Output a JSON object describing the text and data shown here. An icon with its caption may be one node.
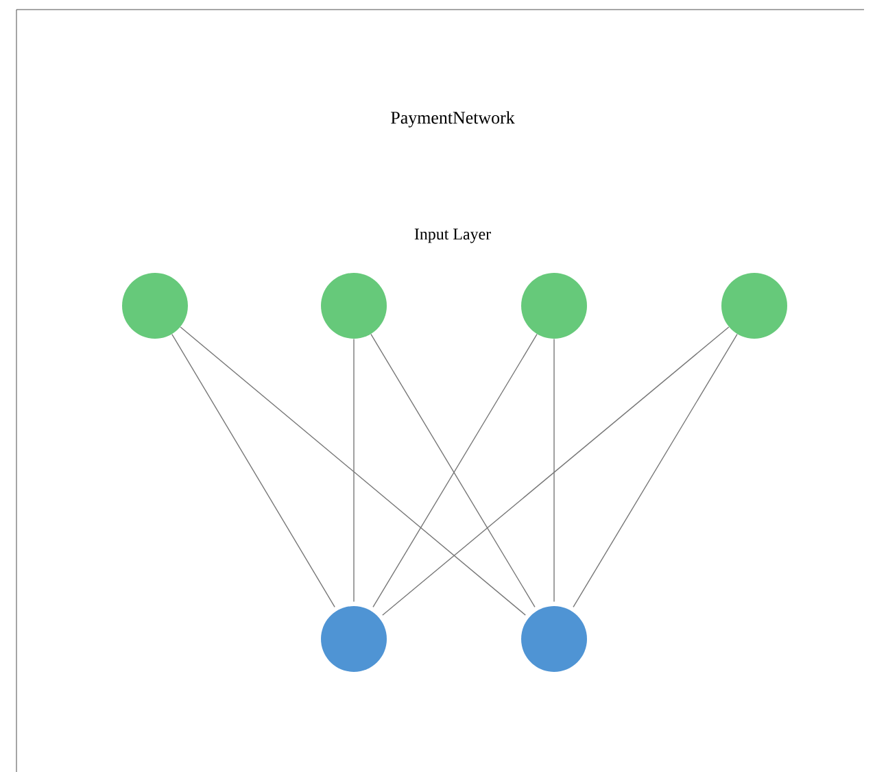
{
  "diagram": {
    "title": "PaymentNetwork",
    "nodes": [
      {
        "text": [],
        "shape": "circle"
      },
      {
        "text": [],
        "shape": "circle"
      },
      {
        "text": [],
        "shape": "circle"
      },
      {
        "text": [],
        "shape": "circle"
      },
      {
        "text": [],
        "shape": "circle"
      },
      {
        "text": [],
        "shape": "circle"
      }
    ],
    "edges": [
      {
        "from": 0,
        "to": 4,
        "arrow": "none"
      },
      {
        "from": 0,
        "to": 5,
        "arrow": "none"
      },
      {
        "from": 1,
        "to": 4,
        "arrow": "none"
      },
      {
        "from": 1,
        "to": 5,
        "arrow": "none"
      },
      {
        "from": 2,
        "to": 4,
        "arrow": "none"
      },
      {
        "from": 2,
        "to": 5,
        "arrow": "none"
      },
      {
        "from": 3,
        "to": 4,
        "arrow": "none"
      },
      {
        "from": 3,
        "to": 5,
        "arrow": "none"
      }
    ],
    "labels": [
      "Input Layer"
    ]
  }
}
